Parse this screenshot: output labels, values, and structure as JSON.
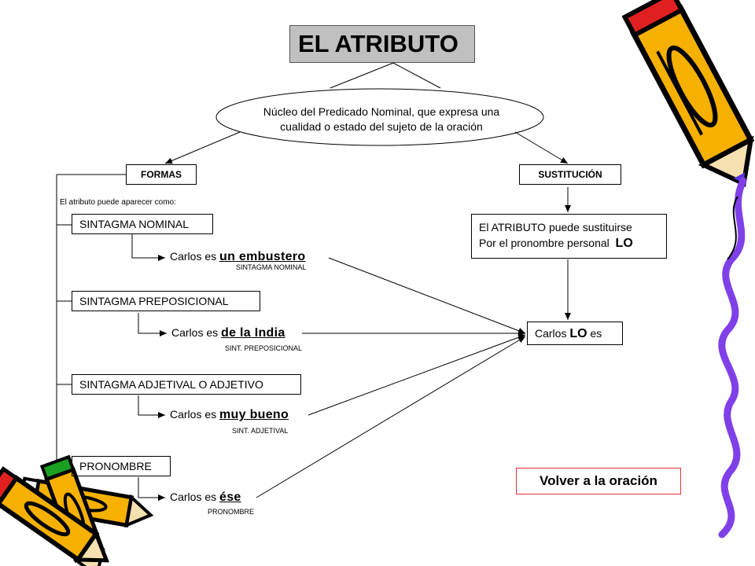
{
  "title": "EL ATRIBUTO",
  "definition": {
    "line1": "Núcleo del Predicado Nominal, que expresa una",
    "line2": "cualidad o estado del sujeto de la oración"
  },
  "formas": {
    "label": "FORMAS",
    "intro": "El atributo puede aparecer como:",
    "items": [
      {
        "label": "SINTAGMA NOMINAL",
        "prefix": "Carlos es ",
        "example": "un embustero",
        "caption": "SINTAGMA NOMINAL"
      },
      {
        "label": "SINTAGMA PREPOSICIONAL",
        "prefix": "Carlos es ",
        "example": "de la India",
        "caption": "SINT. PREPOSICIONAL"
      },
      {
        "label": "SINTAGMA ADJETIVAL O ADJETIVO",
        "prefix": "Carlos es ",
        "example": "muy bueno",
        "caption": "SINT. ADJETIVAL"
      },
      {
        "label": "PRONOMBRE",
        "prefix": "Carlos es ",
        "example": "ése",
        "caption": "PRONOMBRE"
      }
    ]
  },
  "sustitucion": {
    "label": "SUSTITUCIÓN",
    "line1": "El ATRIBUTO puede sustituirse",
    "line2": "Por el pronombre personal",
    "pronoun": "LO",
    "result_prefix": "Carlos ",
    "result_pronoun": "LO",
    "result_suffix": " es"
  },
  "back_button": "Volver a la oración",
  "decorations": [
    "pencil-clipart",
    "pencils-clipart",
    "purple-squiggle-clipart"
  ],
  "colors": {
    "title_bg": "#c0c0c0",
    "button_border": "#e03030",
    "squiggle": "#8040e8",
    "pencil_body": "#f5b000"
  }
}
